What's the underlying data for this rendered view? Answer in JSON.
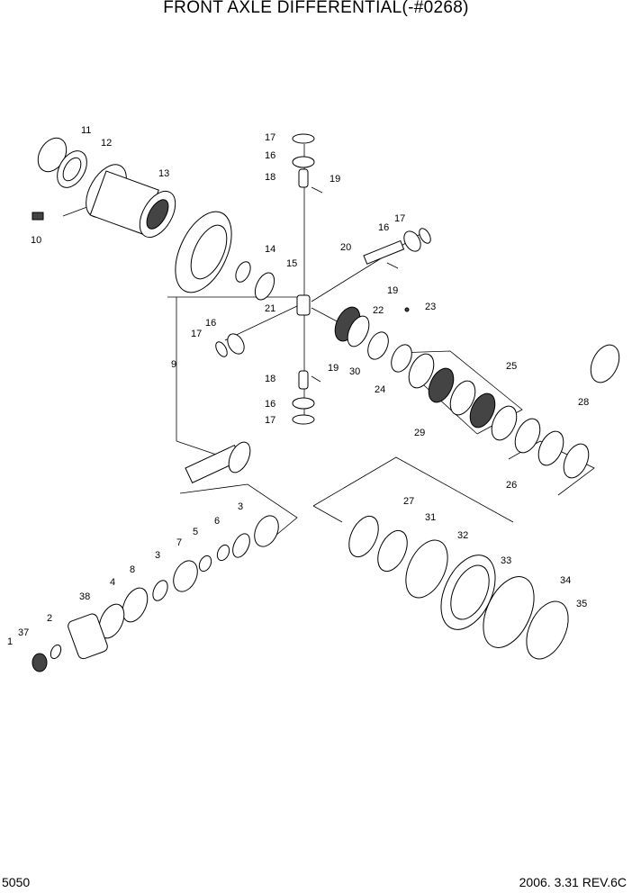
{
  "title": "FRONT AXLE DIFFERENTIAL(-#0268)",
  "page_code": "5050",
  "revision": "2006. 3.31  REV.6C",
  "part_numbers": [
    "1",
    "2",
    "3",
    "3",
    "4",
    "5",
    "6",
    "7",
    "8",
    "9",
    "10",
    "11",
    "12",
    "13",
    "14",
    "15",
    "16",
    "16",
    "16",
    "16",
    "17",
    "17",
    "17",
    "17",
    "18",
    "18",
    "19",
    "19",
    "19",
    "20",
    "21",
    "22",
    "23",
    "24",
    "25",
    "26",
    "27",
    "28",
    "29",
    "30",
    "31",
    "32",
    "33",
    "34",
    "35",
    "37",
    "38"
  ]
}
